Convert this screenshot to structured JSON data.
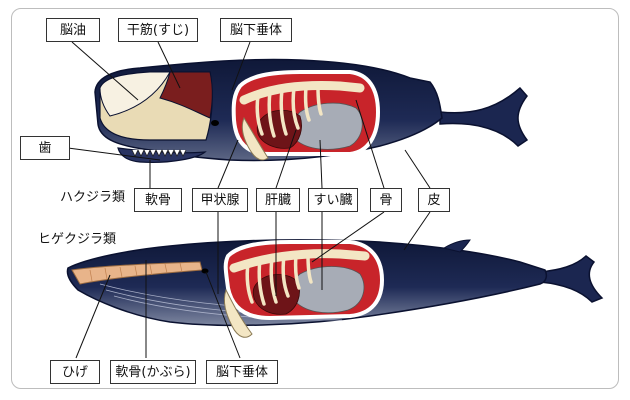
{
  "species": {
    "toothed": "ハクジラ類",
    "baleen": "ヒゲクジラ類"
  },
  "labels": {
    "spermaceti": "脳油",
    "dried_meat": "干筋(すじ)",
    "pituitary_top": "脳下垂体",
    "teeth": "歯",
    "cartilage_top": "軟骨",
    "thyroid": "甲状腺",
    "liver": "肝臓",
    "pancreas": "すい臓",
    "bone": "骨",
    "skin": "皮",
    "baleen": "ひげ",
    "cartilage_bottom": "軟骨(かぶら)",
    "pituitary_bottom": "脳下垂体"
  },
  "colors": {
    "whale_body": "#1e2a55",
    "whale_belly": "#6d7590",
    "spermaceti": "#e8dcc0",
    "spermaceti_dark": "#7a2020",
    "cavity": "#c8242a",
    "bone": "#f3e6c4",
    "organs": "#a9aeb6",
    "baleen": "#e8b48a"
  }
}
